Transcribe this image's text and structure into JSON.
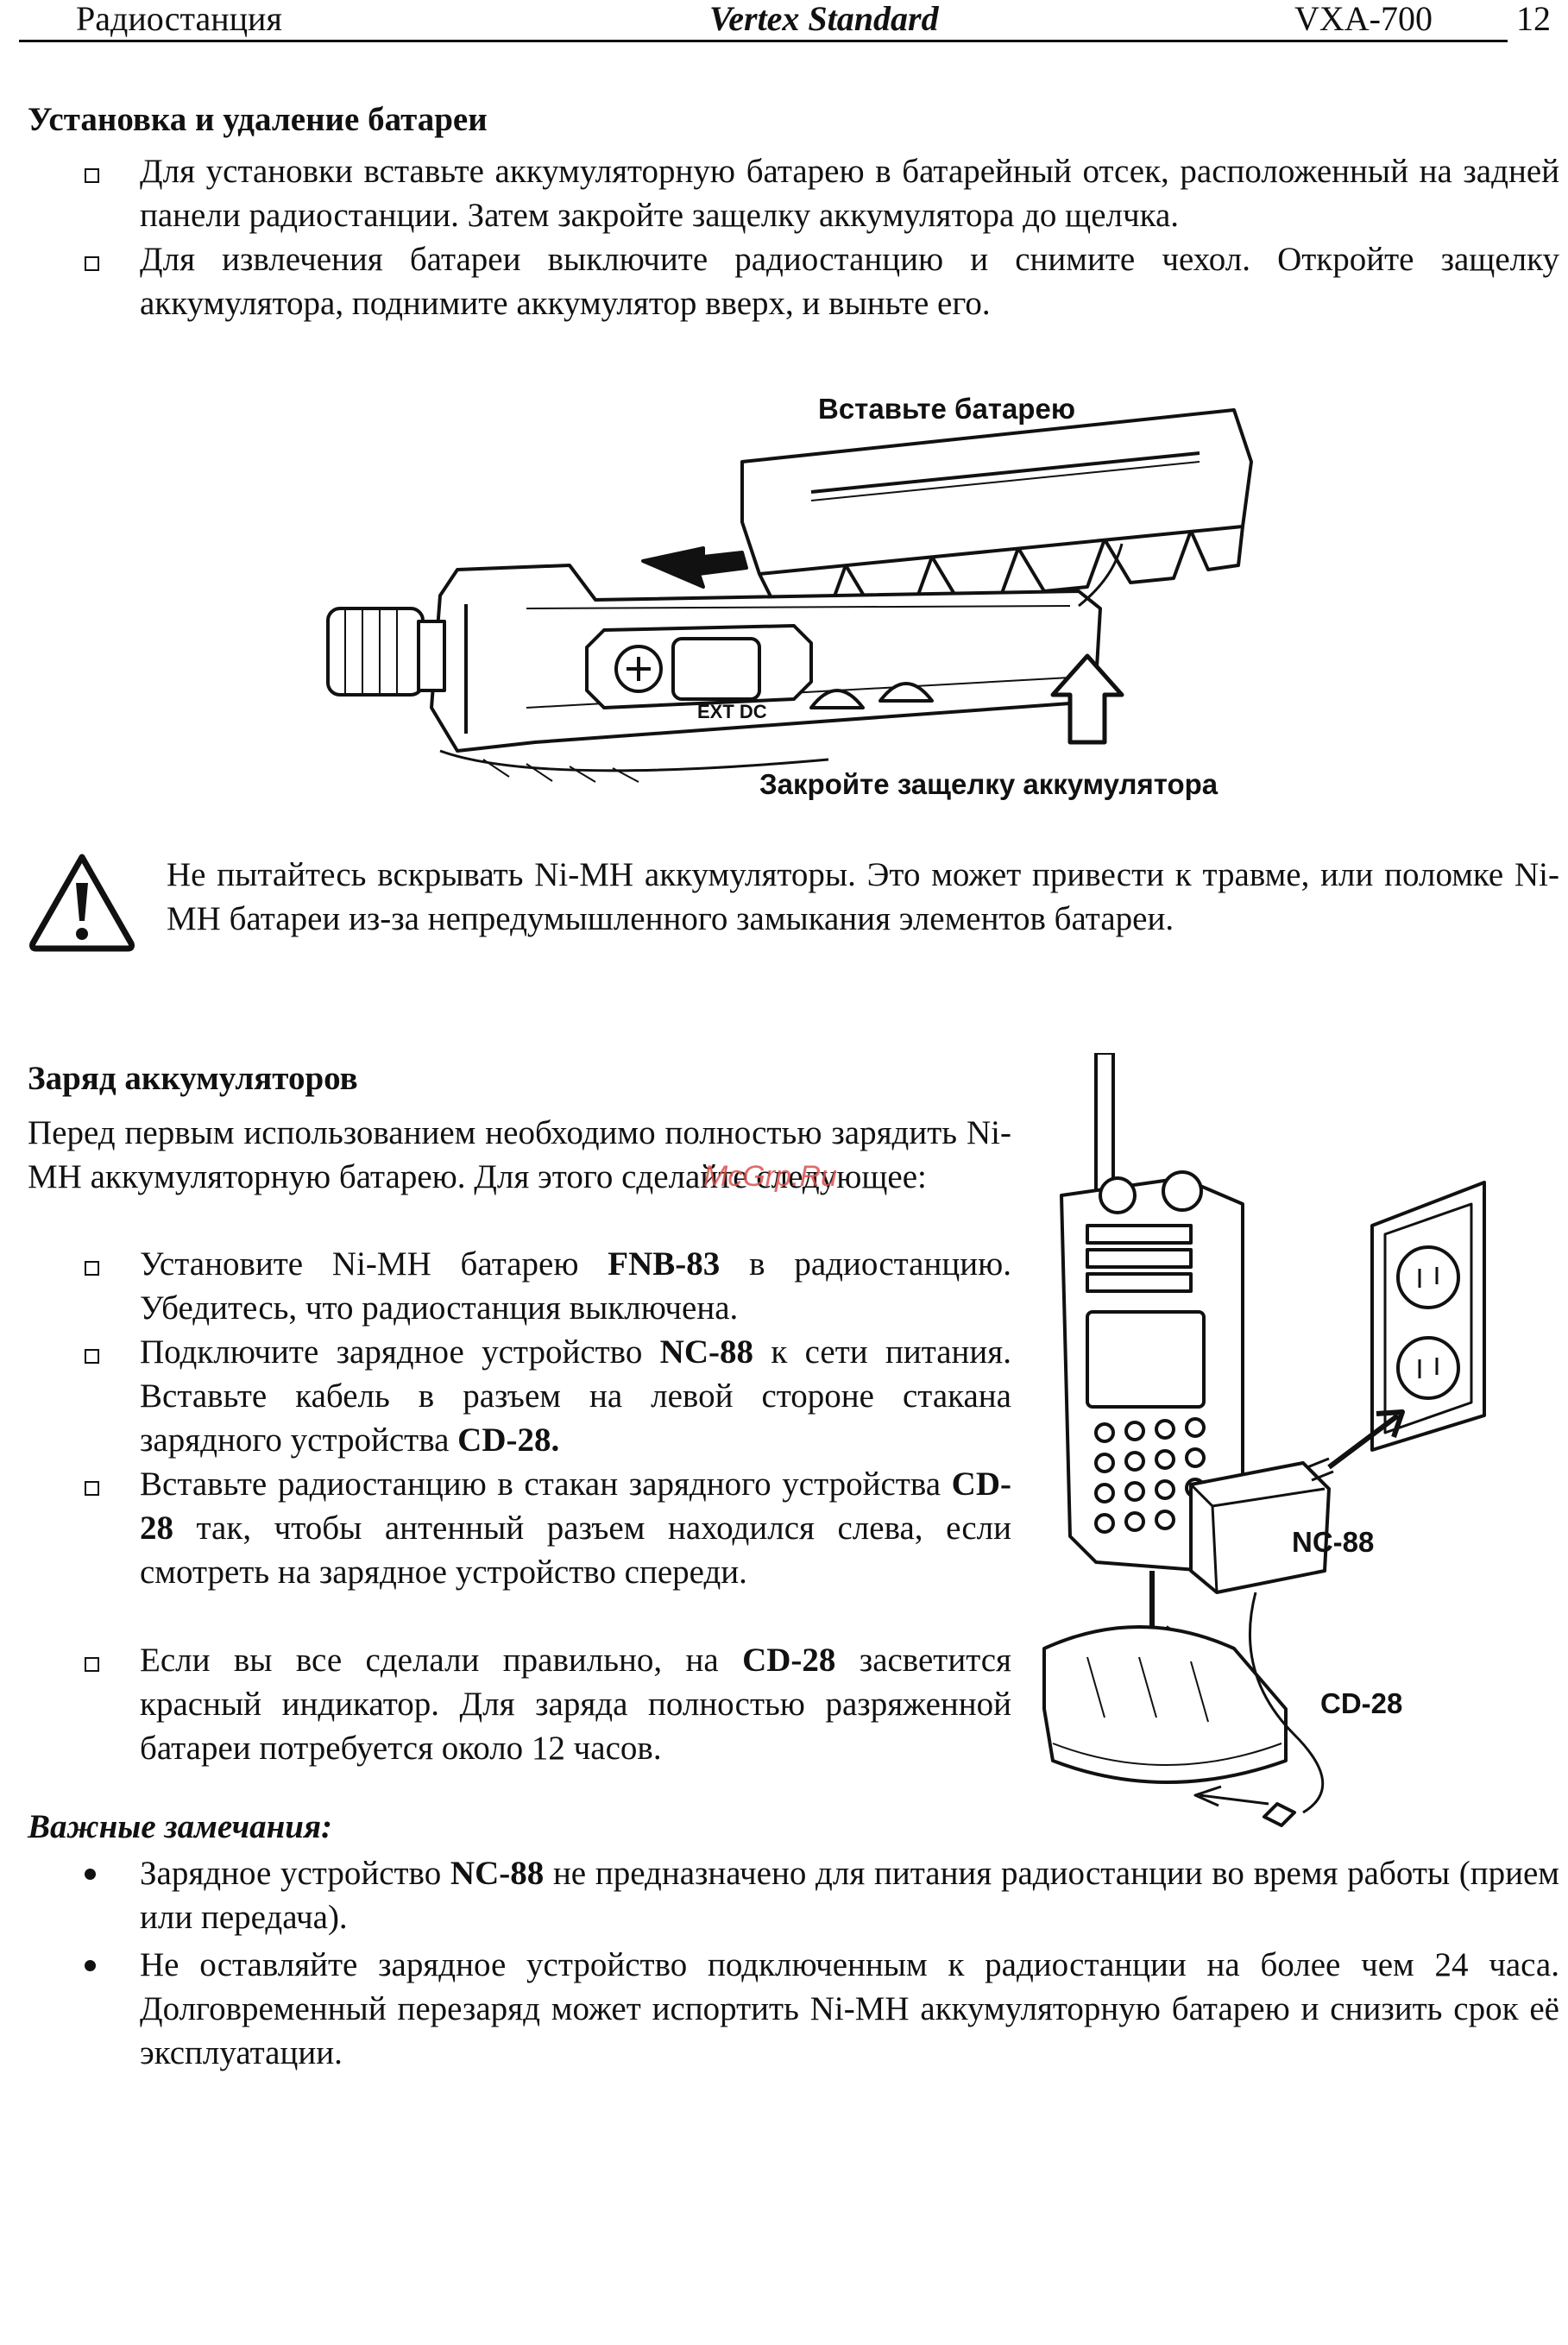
{
  "header": {
    "left": "Радиостанция",
    "brand": "Vertex Standard",
    "model": "VXA-700",
    "page": "12"
  },
  "battery_section": {
    "title": "Установка и удаление батареи",
    "bullets": [
      "Для установки вставьте аккумуляторную батарею в батарейный отсек, расположенный на задней панели радиостанции. Затем закройте защелку аккумулятора до щелчка.",
      "Для извлечения батареи выключите радиостанцию и снимите чехол. Откройте защелку аккумулятора, поднимите аккумулятор вверх, и выньте его."
    ]
  },
  "figure1": {
    "label_insert": "Вставьте батарею",
    "label_latch": "Закройте защелку аккумулятора",
    "badge_text": "EXT DC"
  },
  "warning": {
    "text": "Не пытайтесь вскрывать Ni-MH аккумуляторы. Это может привести к травме, или поломке Ni-MH батареи из-за непредумышленного замыкания элементов батареи."
  },
  "charging_section": {
    "title": "Заряд аккумуляторов",
    "intro": "Перед первым использованием необходимо полностью зарядить Ni-MH аккумуляторную батарею. Для этого сделайте следующее:",
    "bullets": [
      {
        "pre": "Установите Ni-MH батарею ",
        "bold": "FNB-83",
        "post": " в радиостанцию. Убедитесь, что радиостанция выключена."
      },
      {
        "pre": "Подключите зарядное устройство ",
        "bold": "NC-88",
        "mid": " к сети питания. Вставьте кабель в разъем на левой стороне стакана зарядного устройства ",
        "bold2": "CD-28",
        "post": "."
      },
      {
        "pre": "Вставьте радиостанцию в стакан зарядного устройства ",
        "bold": "CD-28",
        "post": " так, чтобы антенный разъем находился слева, если смотреть на зарядное устройство спереди."
      },
      {
        "pre": "Если вы все сделали правильно, на ",
        "bold": "CD-28",
        "post": " засветится красный индикатор. Для заряда полностью разряженной батареи потребуется около 12 часов."
      }
    ]
  },
  "figure2": {
    "label_nc": "NC-88",
    "label_cd": "CD-28",
    "watermark": "McGrp.Ru"
  },
  "notes": {
    "title": "Важные замечания:",
    "items": [
      {
        "pre": "Зарядное устройство ",
        "bold": "NC-88",
        "post": " не предназначено для питания радиостанции во время работы (прием или передача)."
      },
      {
        "pre": "Не оставляйте зарядное устройство подключенным к радиостанции на более чем 24 часа. Долговременный перезаряд может испортить Ni-MH аккумуляторную батарею и снизить срок её эксплуатации.",
        "bold": "",
        "post": ""
      }
    ]
  }
}
